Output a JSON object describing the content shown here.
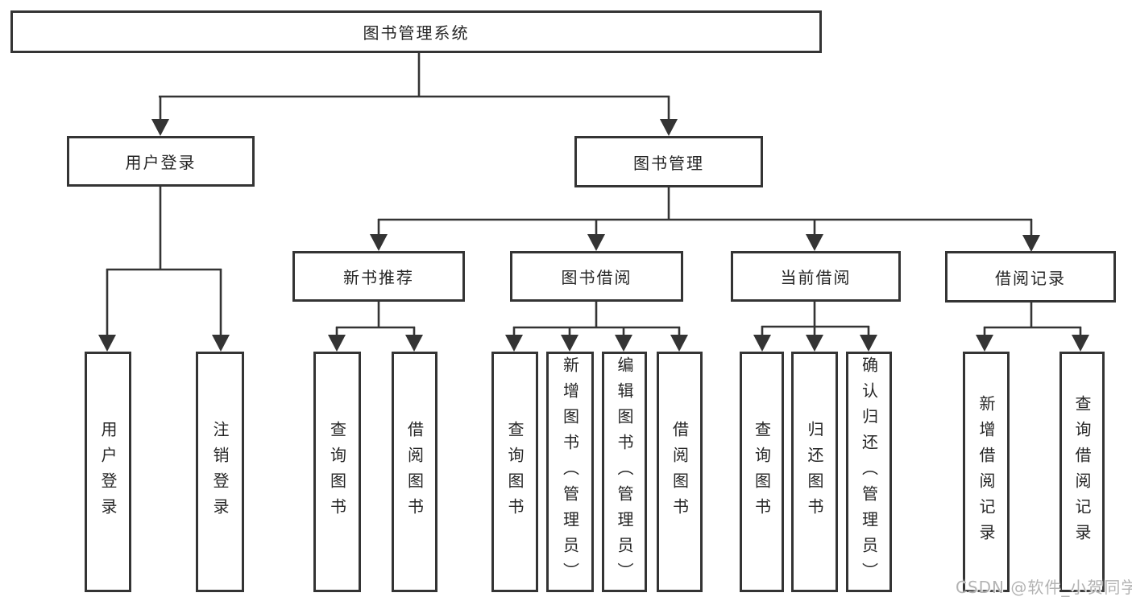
{
  "diagram_title": "图书管理系统",
  "tree": {
    "root": {
      "label": "图书管理系统",
      "children": [
        {
          "label": "用户登录",
          "children": [
            {
              "label": "用户登录"
            },
            {
              "label": "注销登录"
            }
          ]
        },
        {
          "label": "图书管理",
          "children": [
            {
              "label": "新书推荐",
              "children": [
                {
                  "label": "查询图书"
                },
                {
                  "label": "借阅图书"
                }
              ]
            },
            {
              "label": "图书借阅",
              "children": [
                {
                  "label": "查询图书"
                },
                {
                  "label": "新增图书（管理员）"
                },
                {
                  "label": "编辑图书（管理员）"
                },
                {
                  "label": "借阅图书"
                }
              ]
            },
            {
              "label": "当前借阅",
              "children": [
                {
                  "label": "查询图书"
                },
                {
                  "label": "归还图书"
                },
                {
                  "label": "确认归还（管理员）"
                }
              ]
            },
            {
              "label": "借阅记录",
              "children": [
                {
                  "label": "新增借阅记录"
                },
                {
                  "label": "查询借阅记录"
                }
              ]
            }
          ]
        }
      ]
    }
  },
  "watermark": "CSDN @软件_小贺同学",
  "colors": {
    "line": "#343434",
    "text": "#262626",
    "watermark": "#b3b3b3",
    "background": "#ffffff"
  }
}
